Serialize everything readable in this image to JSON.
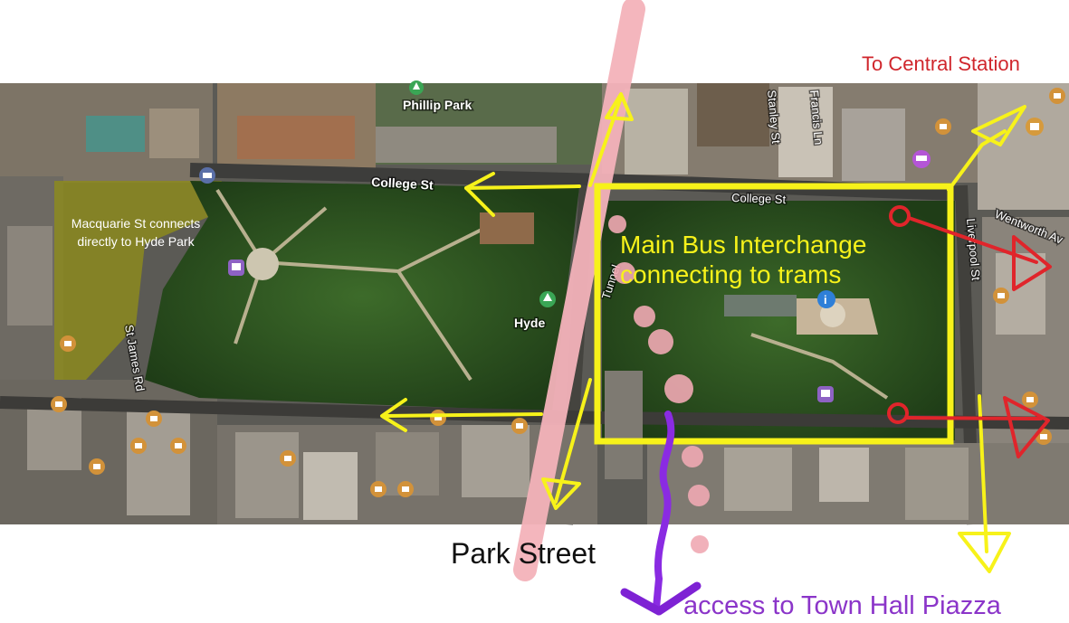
{
  "map": {
    "street_labels": {
      "phillip_park": "Phillip Park",
      "college_st_left": "College St",
      "college_st_right": "College St",
      "hyde": "Hyde",
      "st_james_rd": "St James Rd",
      "stanley_st": "Stanley St",
      "francis_ln": "Francis Ln",
      "wentworth_av": "Wentworth Av",
      "liverpool_st": "Liverpool St",
      "tunnel": "Tunnel"
    },
    "poi_icons": [
      "train-icon",
      "tree-icon",
      "info-icon",
      "hotel-icon",
      "cafe-icon",
      "shopping-icon"
    ]
  },
  "annotations": {
    "to_central_station": "To Central Station",
    "macquarie_note_line1": "Macquarie St connects",
    "macquarie_note_line2": "directly to Hyde Park",
    "interchange_line1": "Main Bus Interchange",
    "interchange_line2": "connecting to trams",
    "park_street": "Park Street",
    "town_hall_access": "access to Town Hall Piazza"
  },
  "colors": {
    "yellow_annotation": "#f7f21a",
    "pink_road": "#f3b2b9",
    "red_annotation": "#e0252b",
    "purple_annotation": "#8a2be2",
    "central_station_text": "#d0262c",
    "town_hall_text": "#8b35c9"
  }
}
